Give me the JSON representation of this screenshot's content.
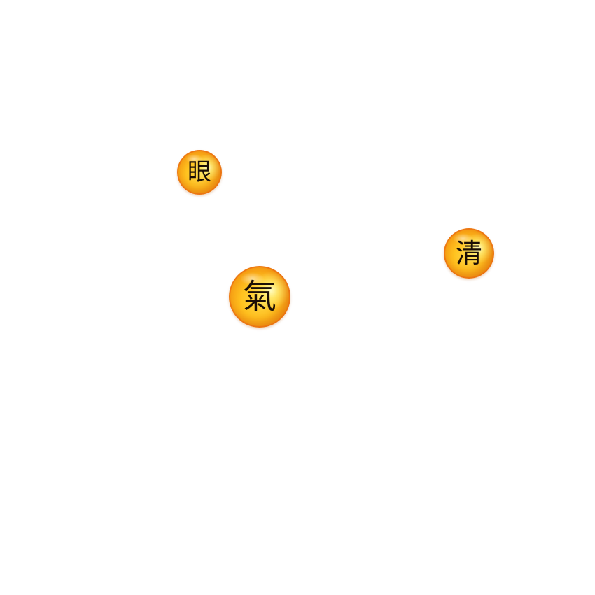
{
  "orbs": [
    {
      "id": "eye",
      "char": "眼"
    },
    {
      "id": "clear",
      "char": "清"
    },
    {
      "id": "qi",
      "char": "氣"
    }
  ],
  "colors": {
    "background": "#ffffff",
    "orb_core": "#ffc21f",
    "orb_edge": "#e0680a",
    "glyph": "#1c0f06"
  }
}
